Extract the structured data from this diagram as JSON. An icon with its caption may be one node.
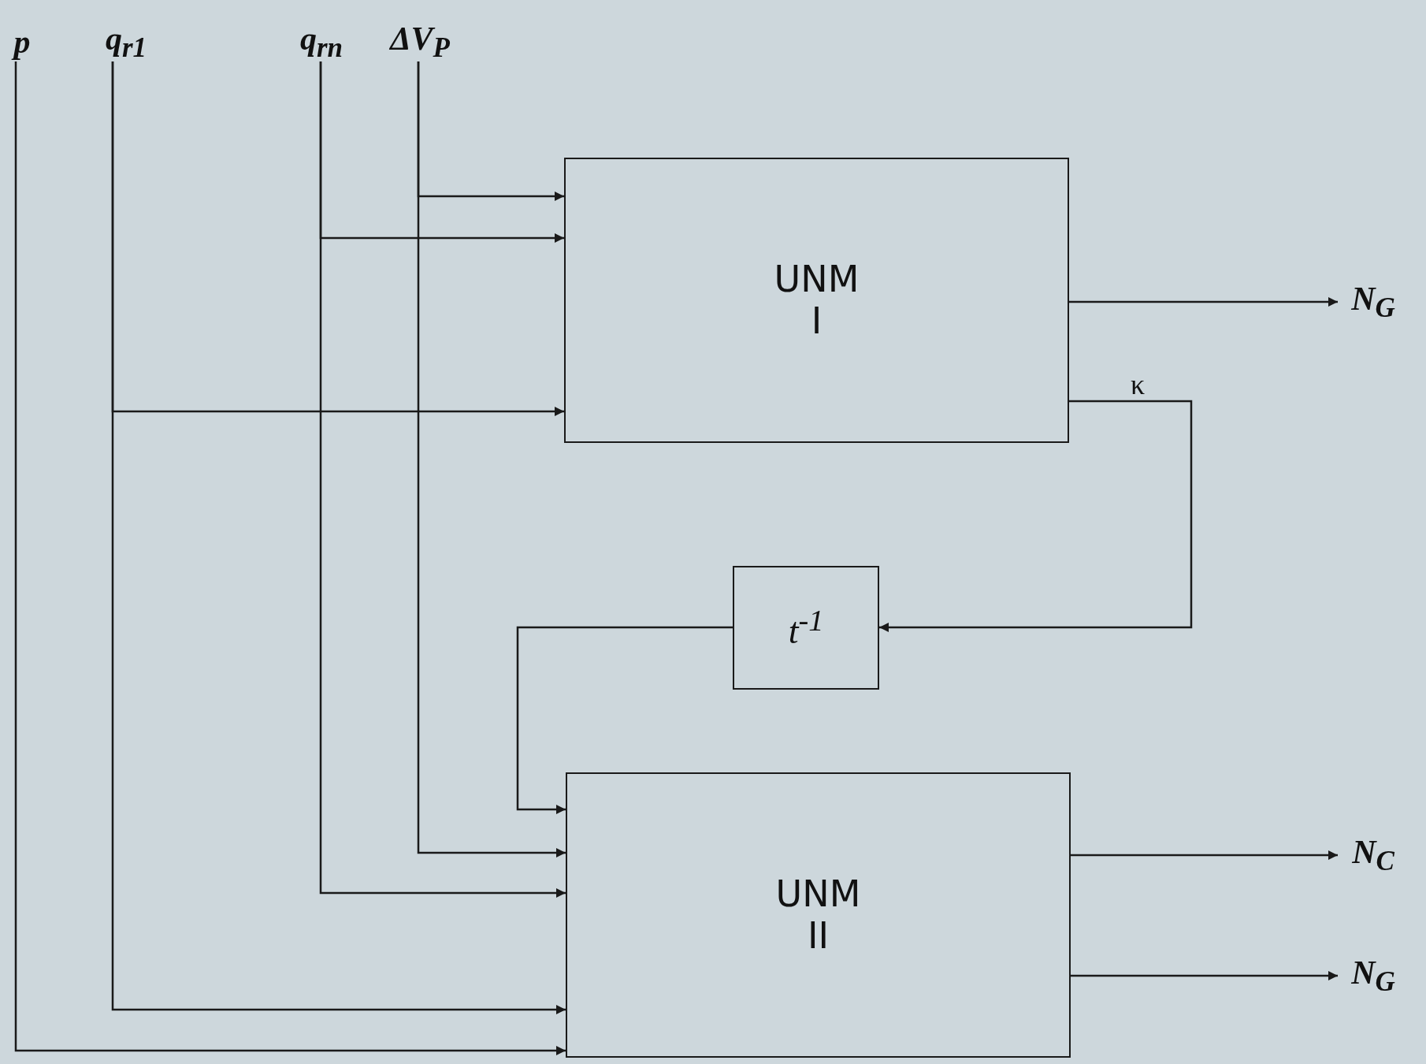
{
  "diagram": {
    "nodes": [
      {
        "text": [
          "p"
        ]
      },
      {
        "text": [
          "q$_{r1}$"
        ]
      },
      {
        "text": [
          "q$_{rn}$"
        ]
      },
      {
        "text": [
          "ΔV$_{P}$"
        ]
      },
      {
        "text": [
          "UNM I"
        ]
      },
      {
        "text": [
          "N$_{G}$"
        ]
      },
      {
        "text": [
          "t$^{-1}$"
        ]
      },
      {
        "text": [
          "UNM II"
        ]
      },
      {
        "text": [
          "N$_{C}$"
        ]
      },
      {
        "text": [
          "N$_{G}$"
        ]
      }
    ],
    "edges": [
      {
        "from": 0,
        "to": 7,
        "arrow": "to"
      },
      {
        "from": 1,
        "to": 4,
        "arrow": "to"
      },
      {
        "from": 1,
        "to": 7,
        "arrow": "to"
      },
      {
        "from": 2,
        "to": 4,
        "arrow": "to"
      },
      {
        "from": 2,
        "to": 7,
        "arrow": "to"
      },
      {
        "from": 3,
        "to": 4,
        "arrow": "to"
      },
      {
        "from": 3,
        "to": 7,
        "arrow": "to"
      },
      {
        "from": 4,
        "to": 5,
        "arrow": "to"
      },
      {
        "from": 4,
        "to": 6,
        "arrow": "to",
        "label": "κ"
      },
      {
        "from": 6,
        "to": 7,
        "arrow": "to"
      },
      {
        "from": 7,
        "to": 8,
        "arrow": "to"
      },
      {
        "from": 7,
        "to": 9,
        "arrow": "to"
      }
    ]
  }
}
